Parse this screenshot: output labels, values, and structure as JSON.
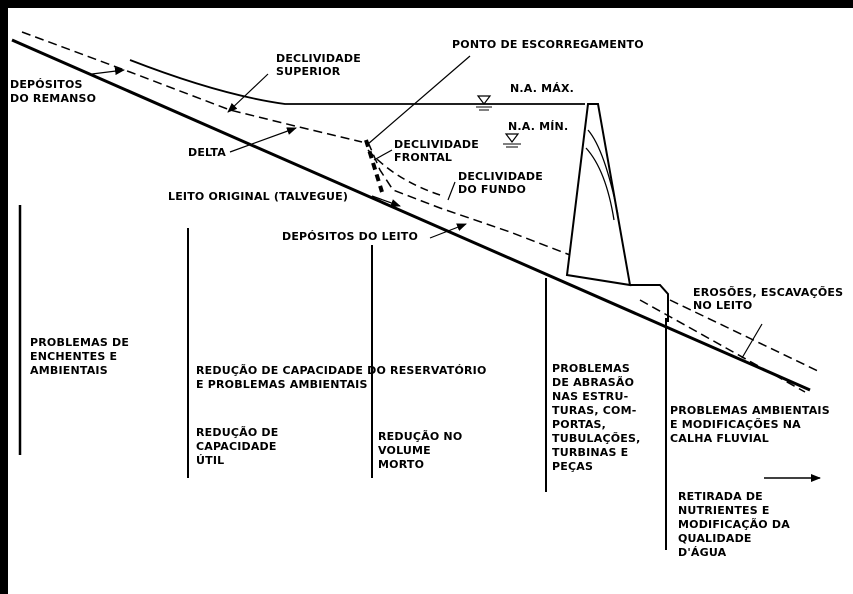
{
  "labels": {
    "depositos_remanso": [
      "DEPÓSITOS",
      "DO REMANSO"
    ],
    "declividade_superior": [
      "DECLIVIDADE",
      "SUPERIOR"
    ],
    "ponto_escorregamento": "PONTO DE ESCORREGAMENTO",
    "na_max": "N.A. MÁX.",
    "na_min": "N.A. MÍN.",
    "delta": "DELTA",
    "declividade_frontal": [
      "DECLIVIDADE",
      "FRONTAL"
    ],
    "declividade_fundo": [
      "DECLIVIDADE",
      "DO FUNDO"
    ],
    "leito_original": "LEITO ORIGINAL (TALVEGUE)",
    "depositos_leito": "DEPÓSITOS DO LEITO",
    "erosoes": [
      "EROSÕES, ESCAVAÇÕES",
      "NO LEITO"
    ]
  },
  "problems": {
    "enchentes": [
      "PROBLEMAS DE",
      "ENCHENTES E",
      "AMBIENTAIS"
    ],
    "reservatorio": [
      "REDUÇÃO DE CAPACIDADE DO RESERVATÓRIO",
      "E PROBLEMAS AMBIENTAIS"
    ],
    "capacidade_util": [
      "REDUÇÃO DE",
      "CAPACIDADE",
      "ÚTIL"
    ],
    "volume_morto": [
      "REDUÇÃO NO",
      "VOLUME",
      "MORTO"
    ],
    "abrasao": [
      "PROBLEMAS",
      "DE ABRASÃO",
      "NAS ESTRU-",
      "TURAS, COM-",
      "PORTAS,",
      "TUBULAÇÕES,",
      "TURBINAS E",
      "PEÇAS"
    ],
    "calha_fluvial": [
      "PROBLEMAS AMBIENTAIS",
      "E MODIFICAÇÕES NA",
      "CALHA FLUVIAL"
    ],
    "nutrientes": [
      "RETIRADA DE",
      "NUTRIENTES E",
      "MODIFICAÇÃO DA",
      "QUALIDADE",
      "D'ÁGUA"
    ]
  }
}
